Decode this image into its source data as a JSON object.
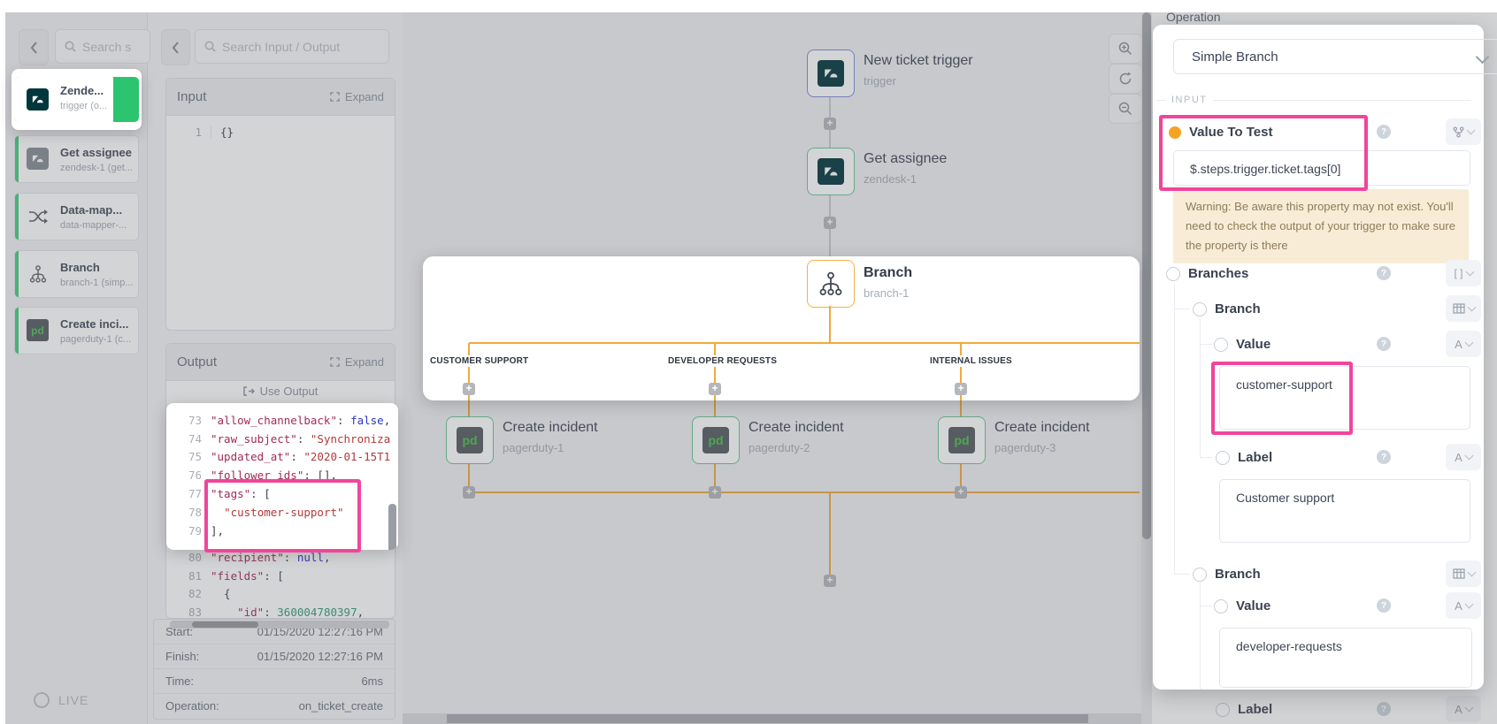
{
  "sidebar": {
    "search_placeholder": "Search s",
    "live_label": "LIVE",
    "steps": [
      {
        "title": "Zende...",
        "subtitle": "trigger (o...",
        "icon": "zendesk",
        "selected": true
      },
      {
        "title": "Get assignee",
        "subtitle": "zendesk-1 (get...",
        "icon": "zendesk-gray",
        "selected": false
      },
      {
        "title": "Data-map...",
        "subtitle": "data-mapper-...",
        "icon": "shuffle",
        "selected": false
      },
      {
        "title": "Branch",
        "subtitle": "branch-1 (simp...",
        "icon": "branch",
        "selected": false
      },
      {
        "title": "Create inci...",
        "subtitle": "pagerduty-1 (c...",
        "icon": "pagerduty",
        "selected": false
      }
    ]
  },
  "debug_panel": {
    "search_placeholder": "Search Input / Output",
    "input": {
      "title": "Input",
      "expand_label": "Expand",
      "lines": [
        {
          "no": "1",
          "code": "{}"
        }
      ]
    },
    "output": {
      "title": "Output",
      "expand_label": "Expand",
      "use_output_label": "Use Output",
      "lines": [
        {
          "no": "73",
          "t": [
            [
              "k",
              "\"allow_channelback\""
            ],
            [
              "p",
              ": "
            ],
            [
              "b",
              "false"
            ],
            [
              "p",
              ","
            ]
          ]
        },
        {
          "no": "74",
          "t": [
            [
              "k",
              "\"raw_subject\""
            ],
            [
              "p",
              ": "
            ],
            [
              "s",
              "\"Synchroniza"
            ]
          ]
        },
        {
          "no": "75",
          "t": [
            [
              "k",
              "\"updated_at\""
            ],
            [
              "p",
              ": "
            ],
            [
              "s",
              "\"2020-01-15T1"
            ]
          ]
        },
        {
          "no": "76",
          "t": [
            [
              "k",
              "\"follower_ids\""
            ],
            [
              "p",
              ": "
            ],
            [
              "p",
              "[],"
            ]
          ]
        },
        {
          "no": "77",
          "t": [
            [
              "k",
              "\"tags\""
            ],
            [
              "p",
              ": ["
            ]
          ]
        },
        {
          "no": "78",
          "t": [
            [
              "p",
              "  "
            ],
            [
              "s",
              "\"customer-support\""
            ]
          ]
        },
        {
          "no": "79",
          "t": [
            [
              "p",
              "],"
            ]
          ]
        },
        {
          "no": "80",
          "t": [
            [
              "k",
              "\"recipient\""
            ],
            [
              "p",
              ": "
            ],
            [
              "b",
              "null"
            ],
            [
              "p",
              ","
            ]
          ]
        },
        {
          "no": "81",
          "t": [
            [
              "k",
              "\"fields\""
            ],
            [
              "p",
              ": ["
            ]
          ]
        },
        {
          "no": "82",
          "t": [
            [
              "p",
              "  {"
            ]
          ]
        },
        {
          "no": "83",
          "t": [
            [
              "p",
              "    "
            ],
            [
              "k",
              "\"id\""
            ],
            [
              "p",
              ": "
            ],
            [
              "n",
              "360004780397"
            ],
            [
              "p",
              ","
            ]
          ]
        }
      ],
      "meta": [
        {
          "label": "Start:",
          "value": "01/15/2020 12:27:16 PM"
        },
        {
          "label": "Finish:",
          "value": "01/15/2020 12:27:16 PM"
        },
        {
          "label": "Time:",
          "value": "6ms"
        },
        {
          "label": "Operation:",
          "value": "on_ticket_create"
        }
      ]
    }
  },
  "canvas": {
    "nodes": [
      {
        "title": "New ticket trigger",
        "subtitle": "trigger"
      },
      {
        "title": "Get assignee",
        "subtitle": "zendesk-1"
      },
      {
        "title": "Branch",
        "subtitle": "branch-1"
      },
      {
        "title": "Create incident",
        "subtitle": "pagerduty-1"
      },
      {
        "title": "Create incident",
        "subtitle": "pagerduty-2"
      },
      {
        "title": "Create incident",
        "subtitle": "pagerduty-3"
      }
    ],
    "branch_labels": [
      "CUSTOMER SUPPORT",
      "DEVELOPER REQUESTS",
      "INTERNAL ISSUES"
    ]
  },
  "inspector": {
    "section_label": "Operation",
    "operation_value": "Simple Branch",
    "input_divider": "INPUT",
    "value_to_test_label": "Value To Test",
    "value_to_test_value": "$.steps.trigger.ticket.tags[0]",
    "warning": "Warning: Be aware this property may not exist. You'll need to check the output of your trigger to make sure the property is there",
    "branches_label": "Branches",
    "branches": [
      {
        "label": "Branch",
        "value_label": "Value",
        "value": "customer-support",
        "name_label": "Label",
        "name_value": "Customer support"
      },
      {
        "label": "Branch",
        "value_label": "Value",
        "value": "developer-requests",
        "name_label": "Label",
        "name_value": ""
      }
    ],
    "colors": {
      "accent_pink": "#f0459b",
      "branch_orange": "#f2a93b",
      "selected_green": "#2cc46e",
      "warning_bg": "#f8ecd7"
    }
  }
}
